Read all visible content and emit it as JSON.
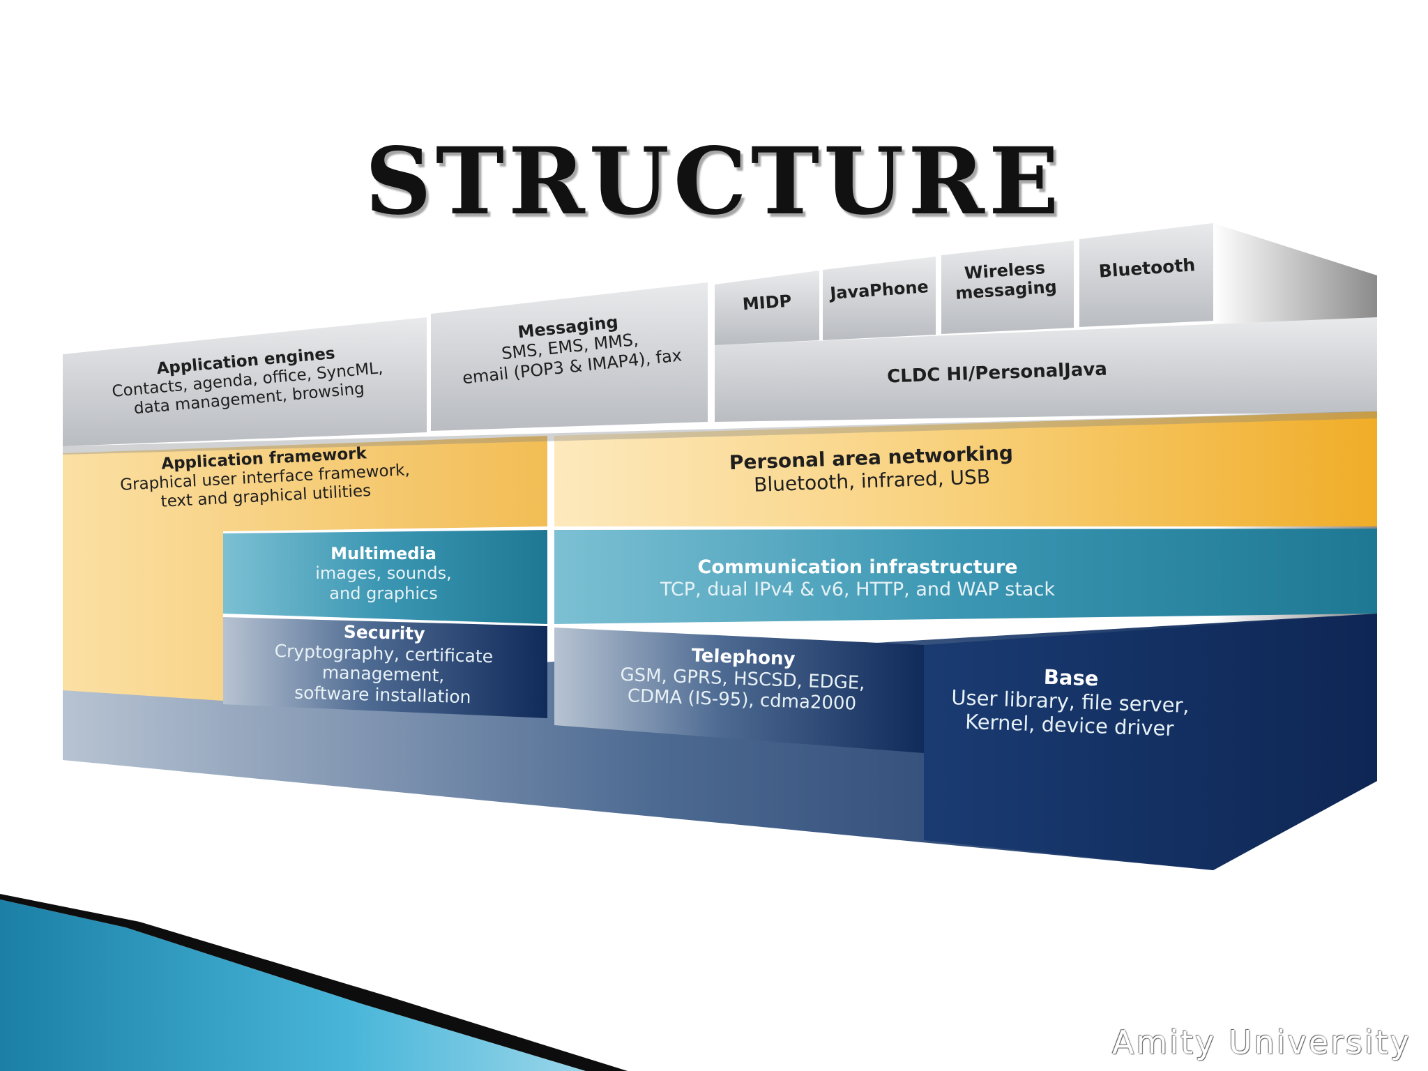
{
  "slide": {
    "title": "STRUCTURE",
    "footer": "Amity University"
  },
  "layers": {
    "application_engines": {
      "title": "Application engines",
      "body": [
        "Contacts, agenda, office, SyncML,",
        "data management, browsing"
      ]
    },
    "messaging": {
      "title": "Messaging",
      "body": [
        "SMS, EMS, MMS,",
        "email (POP3 & IMAP4), fax"
      ]
    },
    "midp": {
      "title": "MIDP"
    },
    "javaphone": {
      "title": "JavaPhone"
    },
    "wireless_messaging": {
      "title": "Wireless messaging"
    },
    "bluetooth": {
      "title": "Bluetooth"
    },
    "cldc": {
      "title": "CLDC HI/PersonalJava"
    },
    "application_framework": {
      "title": "Application framework",
      "body": [
        "Graphical user interface framework,",
        "text and graphical utilities"
      ]
    },
    "personal_area_networking": {
      "title": "Personal area networking",
      "body": [
        "Bluetooth, infrared, USB"
      ]
    },
    "multimedia": {
      "title": "Multimedia",
      "body": [
        "images, sounds,",
        "and graphics"
      ]
    },
    "communication_infrastructure": {
      "title": "Communication infrastructure",
      "body": [
        "TCP, dual IPv4 & v6, HTTP, and WAP stack"
      ]
    },
    "security": {
      "title": "Security",
      "body": [
        "Cryptography, certificate",
        "management,",
        "software installation"
      ]
    },
    "telephony": {
      "title": "Telephony",
      "body": [
        "GSM, GPRS, HSCSD, EDGE,",
        "CDMA (IS-95), cdma2000"
      ]
    },
    "base": {
      "title": "Base",
      "body": [
        "User library, file server,",
        "Kernel, device driver"
      ]
    }
  },
  "colors": {
    "gray_layer": "#c9cbcf",
    "yellow_layer": "#f3b53a",
    "teal_layer": "#2b8ca7",
    "navy_layer": "#173a6e",
    "swoosh_blue": "#2ea3c9"
  }
}
